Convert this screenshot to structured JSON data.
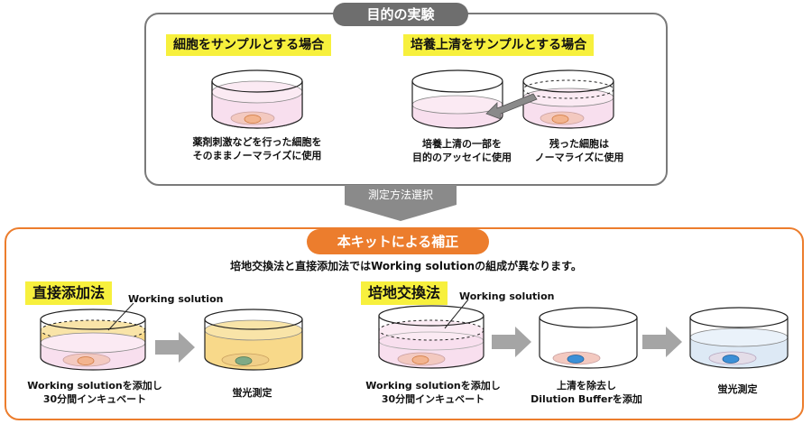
{
  "purpose": {
    "title": "目的の実験",
    "cell_sample": {
      "heading": "細胞をサンプルとする場合",
      "caption": [
        "薬剤刺激などを行った細胞を",
        "そのままノーマライズに使用"
      ]
    },
    "supernatant_sample": {
      "heading": "培養上清をサンプルとする場合",
      "caption_left": [
        "培養上清の一部を",
        "目的のアッセイに使用"
      ],
      "caption_right": [
        "残った細胞は",
        "ノーマライズに使用"
      ]
    }
  },
  "method_select": "測定方法選択",
  "kit": {
    "title": "本キットによる補正",
    "note": "培地交換法と直接添加法ではWorking solutionの組成が異なります。",
    "direct": {
      "heading": "直接添加法",
      "ws_label": "Working solution",
      "step1": [
        "Working solutionを添加し",
        "30分間インキュベート"
      ],
      "step2": "蛍光測定"
    },
    "exchange": {
      "heading": "培地交換法",
      "ws_label": "Working solution",
      "step1": [
        "Working solutionを添加し",
        "30分間インキュベート"
      ],
      "step2": [
        "上清を除去し",
        "Dilution Bufferを添加"
      ],
      "step3": "蛍光測定"
    }
  },
  "colors": {
    "frame_gray": "#7a7a7a",
    "frame_orange": "#ec7d2d",
    "highlight": "#f7f03d",
    "medium_pink": "#f8dfee",
    "cell_layer": "#f3c9c0",
    "cell": "#f3b48f",
    "working_solution": "#f8d98a",
    "buffer": "#dde9f5",
    "cell_stained_green": "#7faa86",
    "cell_stained_blue": "#3b8fd6",
    "arrow_gray": "#a5a5a5"
  }
}
